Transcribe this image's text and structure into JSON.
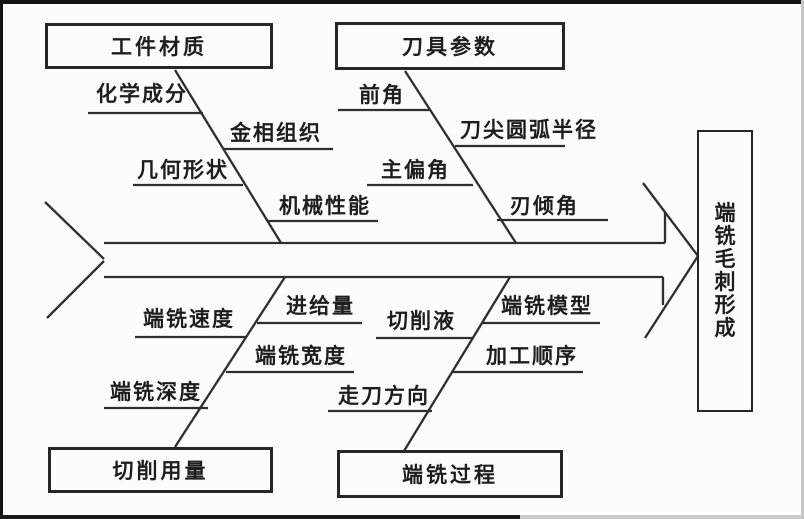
{
  "diagram": {
    "type": "fishbone",
    "effect": "端铣毛刺形成",
    "categories": [
      {
        "name": "工件材质",
        "position": "top-left",
        "items": [
          "化学成分",
          "金相组织",
          "几何形状",
          "机械性能"
        ]
      },
      {
        "name": "刀具参数",
        "position": "top-right",
        "items": [
          "前角",
          "刀尖圆弧半径",
          "主偏角",
          "刃倾角"
        ]
      },
      {
        "name": "切削用量",
        "position": "bottom-left",
        "items": [
          "端铣速度",
          "进给量",
          "端铣宽度",
          "端铣深度"
        ]
      },
      {
        "name": "端铣过程",
        "position": "bottom-right",
        "items": [
          "切削液",
          "端铣模型",
          "加工顺序",
          "走刀方向"
        ]
      }
    ],
    "colors": {
      "line": "#2e2e2e",
      "text": "#1d1d1d",
      "background": "#fcfcfc",
      "frame": "#141414"
    }
  }
}
